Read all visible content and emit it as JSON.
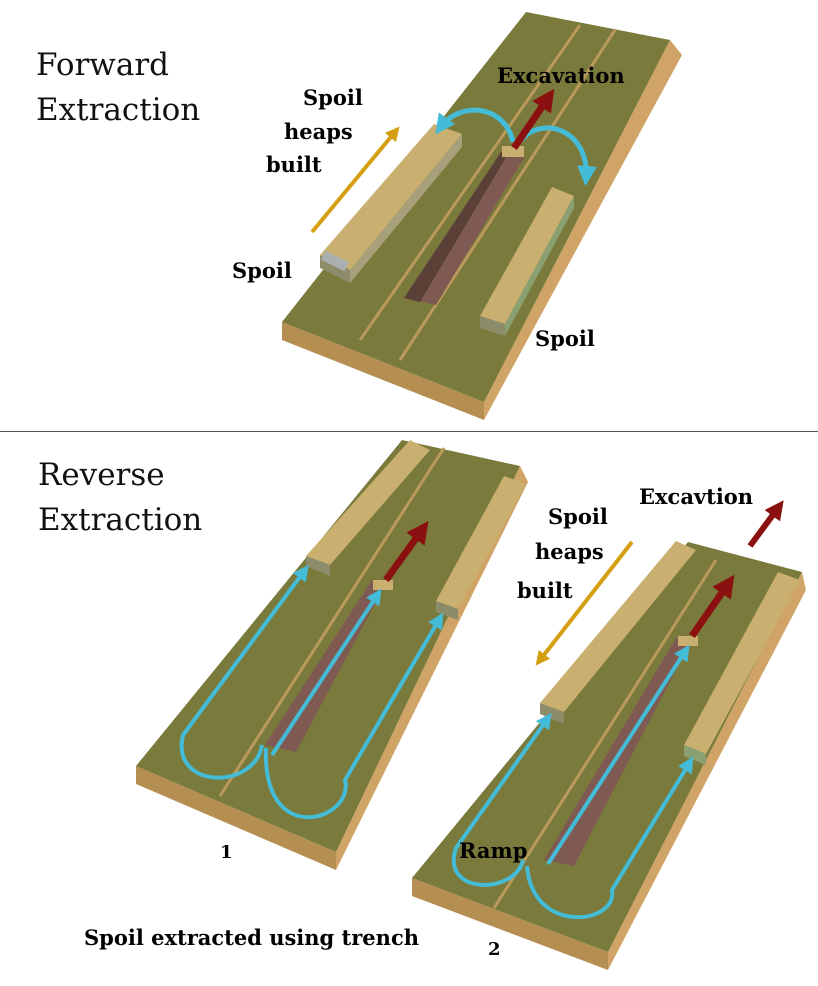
{
  "panels": {
    "forward": {
      "title_line1": "Forward",
      "title_line2": "Extraction",
      "labels": {
        "excavation": "Excavation",
        "spoil_heaps_line1": "Spoil",
        "spoil_heaps_line2": "heaps",
        "spoil_heaps_line3": "built",
        "spoil_left": "Spoil",
        "spoil_right": "Spoil"
      }
    },
    "reverse": {
      "title_line1": "Reverse",
      "title_line2": "Extraction",
      "labels": {
        "excavation": "Excavtion",
        "spoil_heaps_line1": "Spoil",
        "spoil_heaps_line2": "heaps",
        "spoil_heaps_line3": "built",
        "ramp": "Ramp",
        "step_1": "1",
        "step_2": "2",
        "caption": "Spoil extracted using trench"
      }
    }
  },
  "colors": {
    "ground_top": "#7a7a3c",
    "ground_side": "#c8a060",
    "spoil_heap_top": "#c9b070",
    "spoil_heap_side": "#8c8c6a",
    "trench_floor": "#7e5a52",
    "spoil_flow_arrow": "#44bcd8",
    "excavation_arrow": "#8b1010",
    "heap_build_arrow": "#d4a012"
  },
  "icons": {
    "spoil_flow": "curved-arrow-icon",
    "excavation_direction": "arrow-icon",
    "heap_build_direction": "arrow-icon"
  }
}
